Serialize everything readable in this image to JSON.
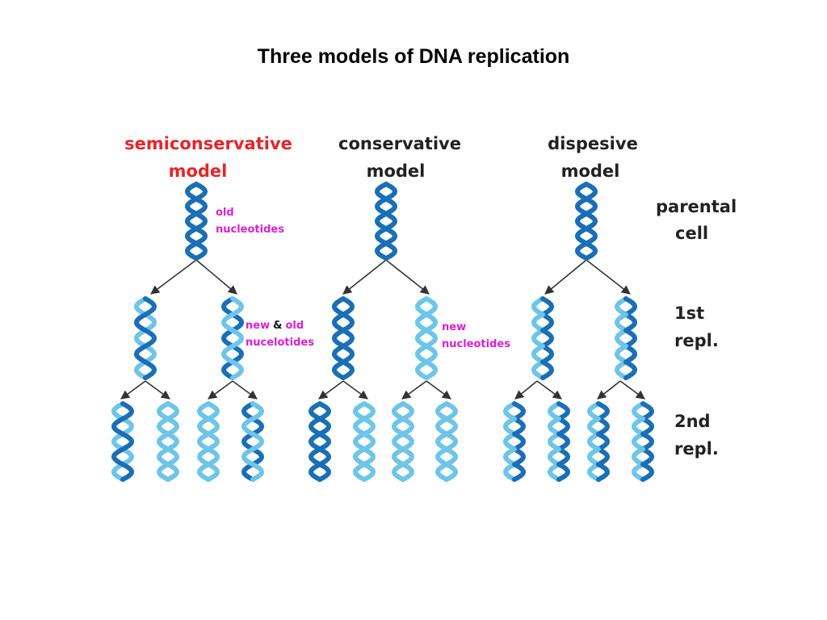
{
  "title": "Three models of DNA replication",
  "models": [
    {
      "line1": "semiconservative",
      "line2": "model"
    },
    {
      "line1": "conservative",
      "line2": "model"
    },
    {
      "line1": "dispesive",
      "line2": "model"
    }
  ],
  "rows": [
    {
      "line1": "parental",
      "line2": "cell"
    },
    {
      "line1": "1st",
      "line2": "repl."
    },
    {
      "line1": "2nd",
      "line2": "repl."
    }
  ],
  "notes": {
    "old_nucleotides": {
      "line1": "old",
      "line2": "nucleotides"
    },
    "new_and_old": {
      "new": "new",
      "amp": "&",
      "old": "old",
      "line2": "nucelotides"
    },
    "new_nucleotides": {
      "line1": "new",
      "line2": "nucleotides"
    }
  },
  "colors": {
    "old_strand": "#1a6fb5",
    "new_strand": "#6fc5e8",
    "semiconservative_title": "#e3262b",
    "model_title": "#222222",
    "note": "#d91fd2",
    "arrow": "#333333"
  }
}
